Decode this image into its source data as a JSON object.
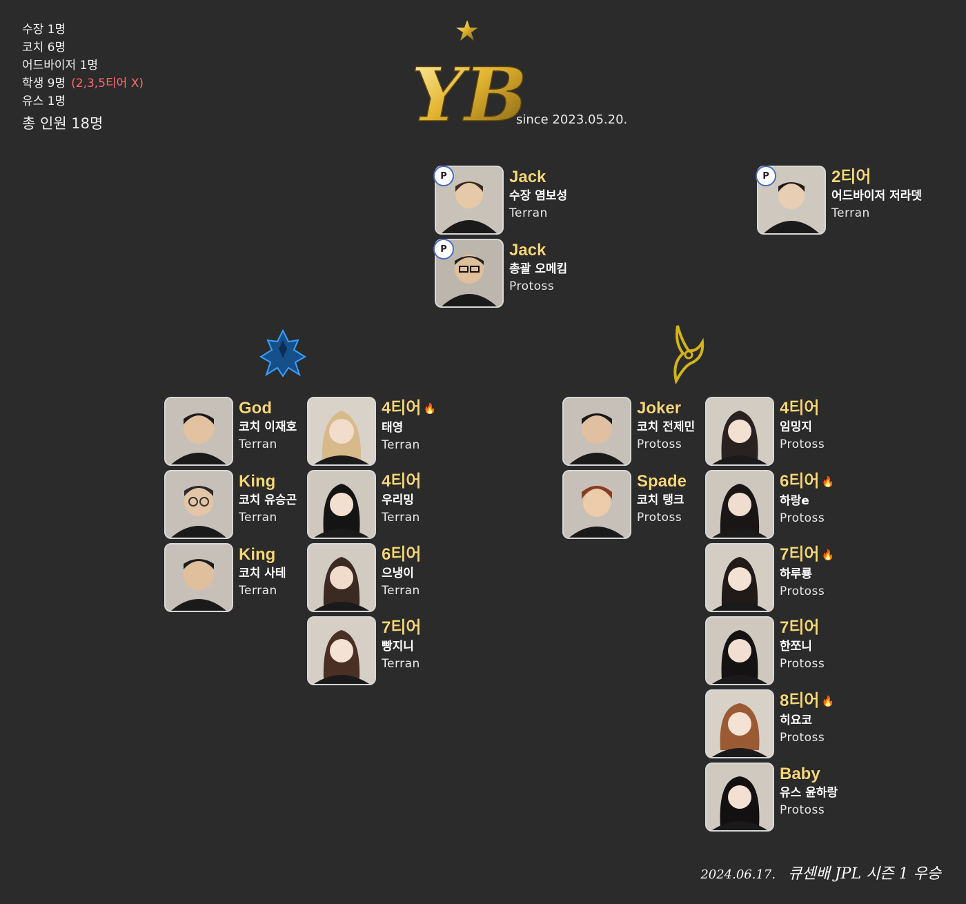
{
  "stats": {
    "captain": "수장 1명",
    "coach": "코치 6명",
    "advisor": "어드바이저 1명",
    "students": "학생 9명",
    "students_note": "(2,3,5티어 X)",
    "youth": "유스 1명",
    "total": "총 인원 18명"
  },
  "logo": {
    "text": "YB",
    "since": "since 2023.05.20."
  },
  "colors": {
    "gold": "#f5d67a",
    "background": "#2b2b2b",
    "red": "#ff6b6b",
    "terran": "#1e78c8",
    "protoss": "#d4b21c"
  },
  "leaders": [
    {
      "nick": "Jack",
      "role": "수장 염보성",
      "race": "Terran",
      "badge": "P",
      "icon": "p-badge-icon"
    },
    {
      "nick": "Jack",
      "role": "총괄 오메킴",
      "race": "Protoss",
      "badge": "P",
      "icon": "p-badge-icon"
    }
  ],
  "advisor": {
    "nick": "2티어",
    "role": "어드바이저 저라뎃",
    "race": "Terran",
    "badge": "P",
    "icon": "p-badge-icon"
  },
  "terran": {
    "emblem": "terran-emblem-icon",
    "coaches": [
      {
        "nick": "God",
        "role": "코치 이재호",
        "race": "Terran"
      },
      {
        "nick": "King",
        "role": "코치 유승곤",
        "race": "Terran"
      },
      {
        "nick": "King",
        "role": "코치 사테",
        "race": "Terran"
      }
    ],
    "students": [
      {
        "nick": "4티어",
        "role": "태영",
        "race": "Terran",
        "fire": true
      },
      {
        "nick": "4티어",
        "role": "우리밍",
        "race": "Terran",
        "fire": false
      },
      {
        "nick": "6티어",
        "role": "으냉이",
        "race": "Terran",
        "fire": false
      },
      {
        "nick": "7티어",
        "role": "빵지니",
        "race": "Terran",
        "fire": false
      }
    ]
  },
  "protoss": {
    "emblem": "protoss-emblem-icon",
    "coaches": [
      {
        "nick": "Joker",
        "role": "코치 전제민",
        "race": "Protoss"
      },
      {
        "nick": "Spade",
        "role": "코치 탱크",
        "race": "Protoss"
      }
    ],
    "students": [
      {
        "nick": "4티어",
        "role": "임밍지",
        "race": "Protoss",
        "fire": false
      },
      {
        "nick": "6티어",
        "role": "하랑e",
        "race": "Protoss",
        "fire": true
      },
      {
        "nick": "7티어",
        "role": "하루룡",
        "race": "Protoss",
        "fire": true
      },
      {
        "nick": "7티어",
        "role": "한쪼니",
        "race": "Protoss",
        "fire": false
      },
      {
        "nick": "8티어",
        "role": "히요코",
        "race": "Protoss",
        "fire": true
      },
      {
        "nick": "Baby",
        "role": "유스 윤하랑",
        "race": "Protoss",
        "fire": false
      }
    ]
  },
  "footer": {
    "date": "2024.06.17.",
    "text": "큐센배 JPL 시즌 1 우승"
  }
}
